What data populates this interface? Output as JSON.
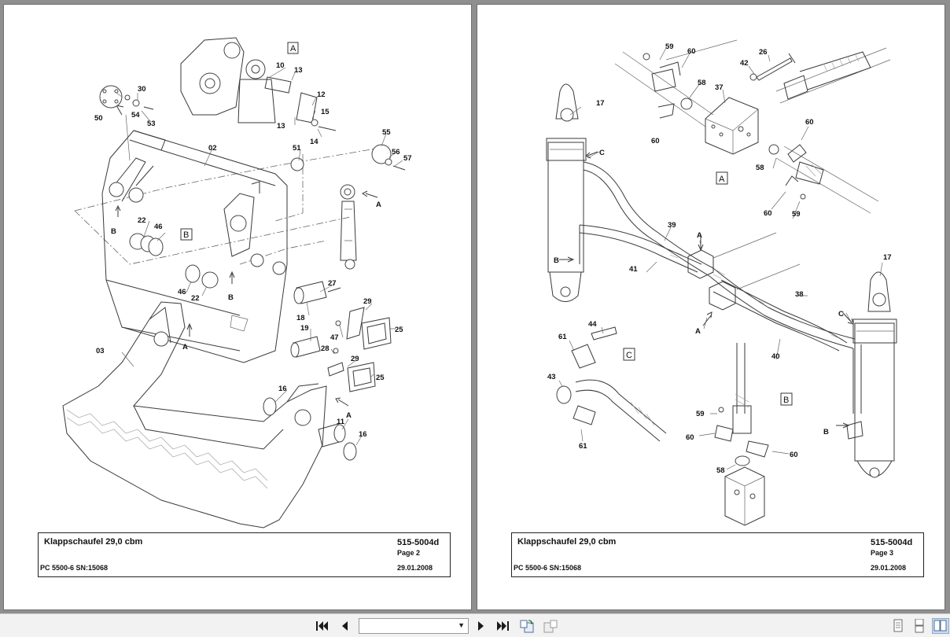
{
  "viewer": {
    "pages": [
      {
        "title": "Klappschaufel 29,0 cbm",
        "code": "515-5004d",
        "page": "Page 2",
        "model": "PC 5500-6 SN:15068",
        "date": "29.01.2008",
        "callouts": [
          "50",
          "30",
          "54",
          "53",
          "02",
          "10",
          "13",
          "12",
          "15",
          "13",
          "14",
          "55",
          "56",
          "57",
          "51",
          "22",
          "46",
          "B",
          "A",
          "B",
          "46",
          "22",
          "B",
          "27",
          "18",
          "29",
          "19",
          "47",
          "25",
          "03",
          "28",
          "29",
          "25",
          "16",
          "16",
          "11",
          "A",
          "A",
          "A"
        ],
        "boxes": [
          "A",
          "B"
        ]
      },
      {
        "title": "Klappschaufel 29,0 cbm",
        "code": "515-5004d",
        "page": "Page 3",
        "model": "PC 5500-6 SN:15068",
        "date": "29.01.2008",
        "callouts": [
          "59",
          "60",
          "58",
          "37",
          "42",
          "26",
          "17",
          "C",
          "60",
          "60",
          "58",
          "60",
          "59",
          "39",
          "A",
          "B",
          "41",
          "38",
          "A",
          "40",
          "17",
          "C",
          "44",
          "61",
          "43",
          "61",
          "59",
          "60",
          "60",
          "58",
          "B"
        ],
        "boxes": [
          "A",
          "C",
          "B"
        ]
      }
    ]
  },
  "toolbar": {
    "page_select_value": "",
    "buttons": [
      "first-page",
      "previous-page",
      "next-page",
      "last-page",
      "rotate",
      "rotate-back"
    ],
    "view_modes": [
      "single-page",
      "continuous",
      "two-page"
    ],
    "active_view": "two-page"
  }
}
